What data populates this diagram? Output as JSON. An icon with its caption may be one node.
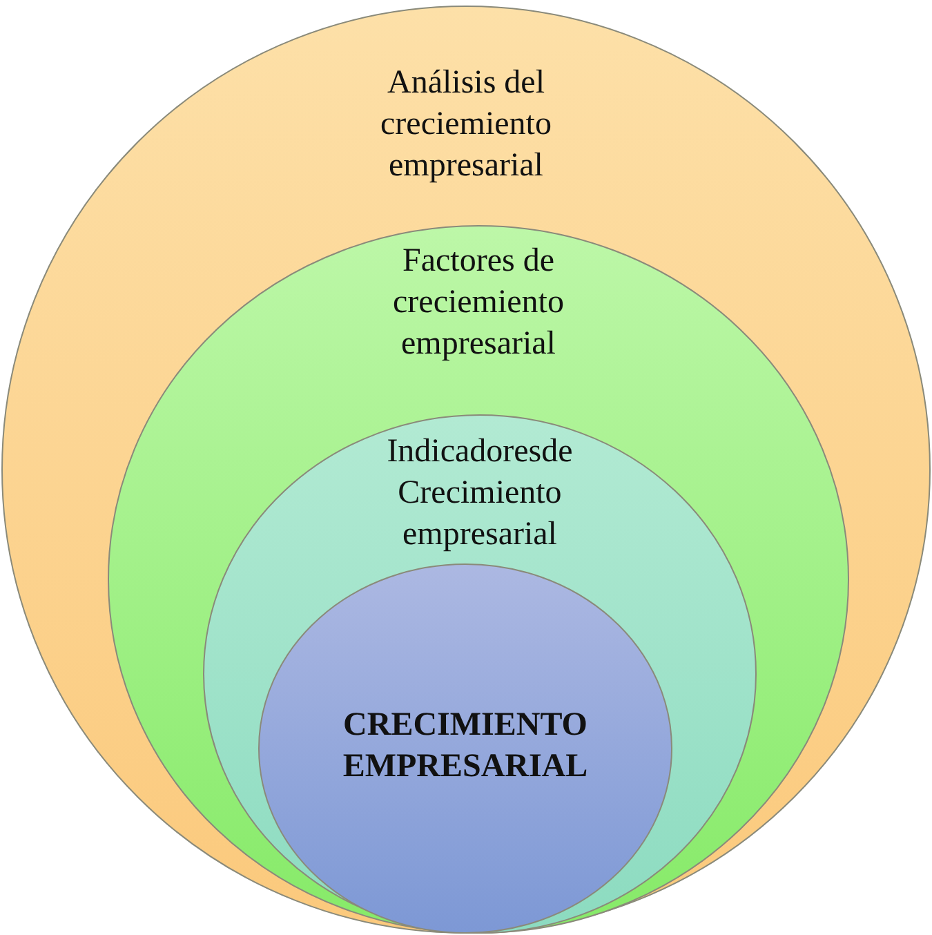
{
  "diagram": {
    "nodes": [
      {
        "text": [
          "Análisis del creciemiento empresarial"
        ]
      },
      {
        "text": [
          "Factores de creciemiento empresarial"
        ],
        "in": 0
      },
      {
        "text": [
          "Indicadoresde Crecimiento empresarial"
        ],
        "in": 1
      },
      {
        "text": [
          "CRECIMIENTO EMPRESARIAL"
        ],
        "in": 2
      }
    ]
  }
}
